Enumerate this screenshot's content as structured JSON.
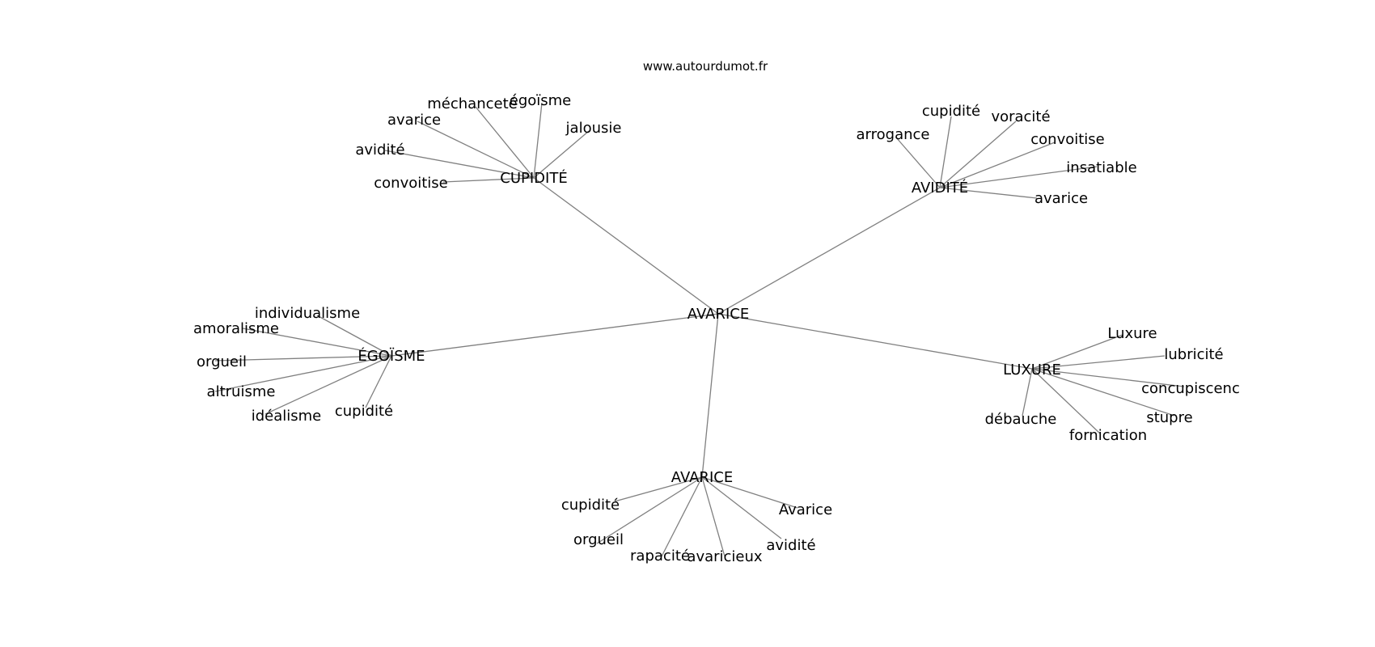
{
  "header": {
    "site": "www.autourdumot.fr"
  },
  "colors": {
    "edge": "#808080",
    "text": "#000000",
    "background": "#ffffff"
  },
  "graph": {
    "center": "AVARICE",
    "groups": [
      {
        "id": "cupidite",
        "label": "CUPIDITÉ",
        "leaves": [
          "convoitise",
          "avidité",
          "avarice",
          "méchanceté",
          "égoïsme",
          "jalousie"
        ]
      },
      {
        "id": "avidite",
        "label": "AVIDITÉ",
        "leaves": [
          "arrogance",
          "cupidité",
          "voracité",
          "convoitise",
          "insatiable",
          "avarice"
        ]
      },
      {
        "id": "egoisme",
        "label": "ÉGOÏSME",
        "leaves": [
          "individualisme",
          "amoralisme",
          "orgueil",
          "altruisme",
          "idéalisme",
          "cupidité"
        ]
      },
      {
        "id": "luxure",
        "label": "LUXURE",
        "leaves": [
          "Luxure",
          "lubricité",
          "concupiscenc",
          "stupre",
          "fornication",
          "débauche"
        ]
      },
      {
        "id": "avarice2",
        "label": "AVARICE",
        "leaves": [
          "cupidité",
          "orgueil",
          "rapacité",
          "avaricieux",
          "avidité",
          "Avarice"
        ]
      }
    ]
  }
}
